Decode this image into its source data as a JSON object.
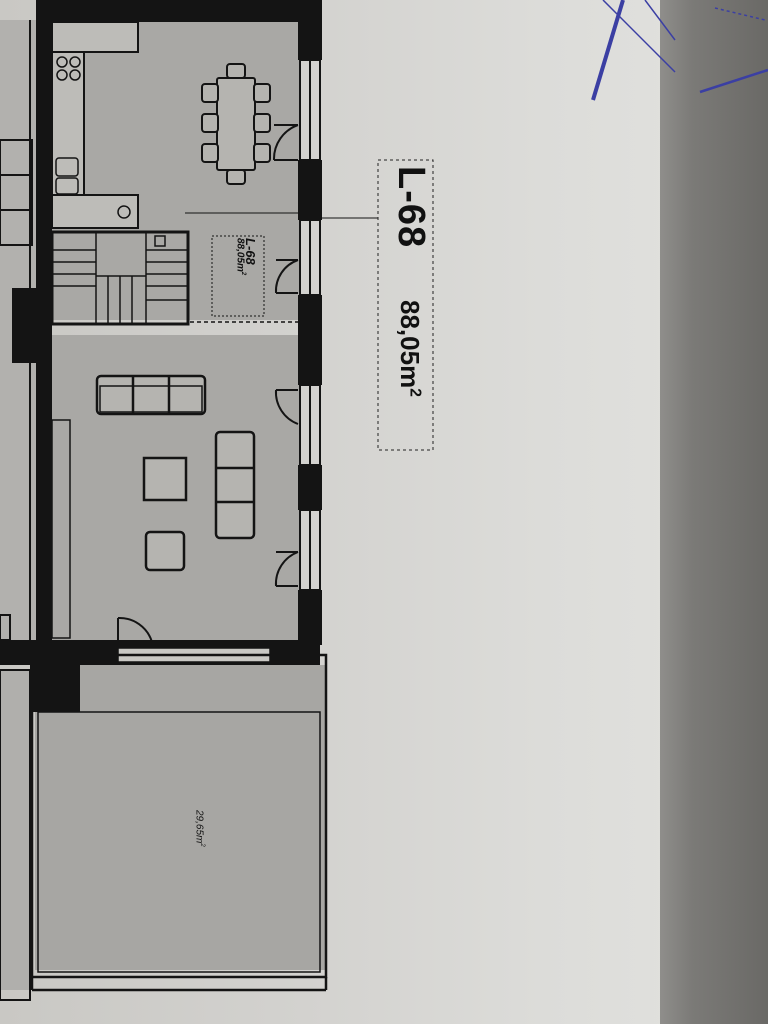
{
  "unit": {
    "code": "L-68",
    "area_value": "88,05m",
    "area_exp": "2"
  },
  "balcony": {
    "area_value": "29,65m",
    "area_exp": "2"
  },
  "colors": {
    "paper": "#d3d2cf",
    "wall": "#141414",
    "floor_fill": "#a9a8a5",
    "background": "#6f6e6b",
    "stamp_ink": "#3b3fa3"
  }
}
